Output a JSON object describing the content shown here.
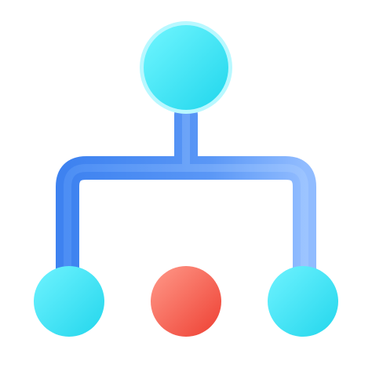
{
  "icon": {
    "name": "hierarchy-icon",
    "colors": {
      "node_fill_light": "#6FF0FF",
      "node_fill_dark": "#2ED7EE",
      "node_ring": "#9EF6FF",
      "connector_dark": "#3F86F2",
      "connector_light": "#8BB8FF",
      "accent_fill_light": "#FF8C7A",
      "accent_fill_dark": "#F24738"
    },
    "nodes": {
      "top": "top-node",
      "bottom_left": "bottom-left-node",
      "bottom_center": "bottom-center-node",
      "bottom_right": "bottom-right-node"
    }
  }
}
